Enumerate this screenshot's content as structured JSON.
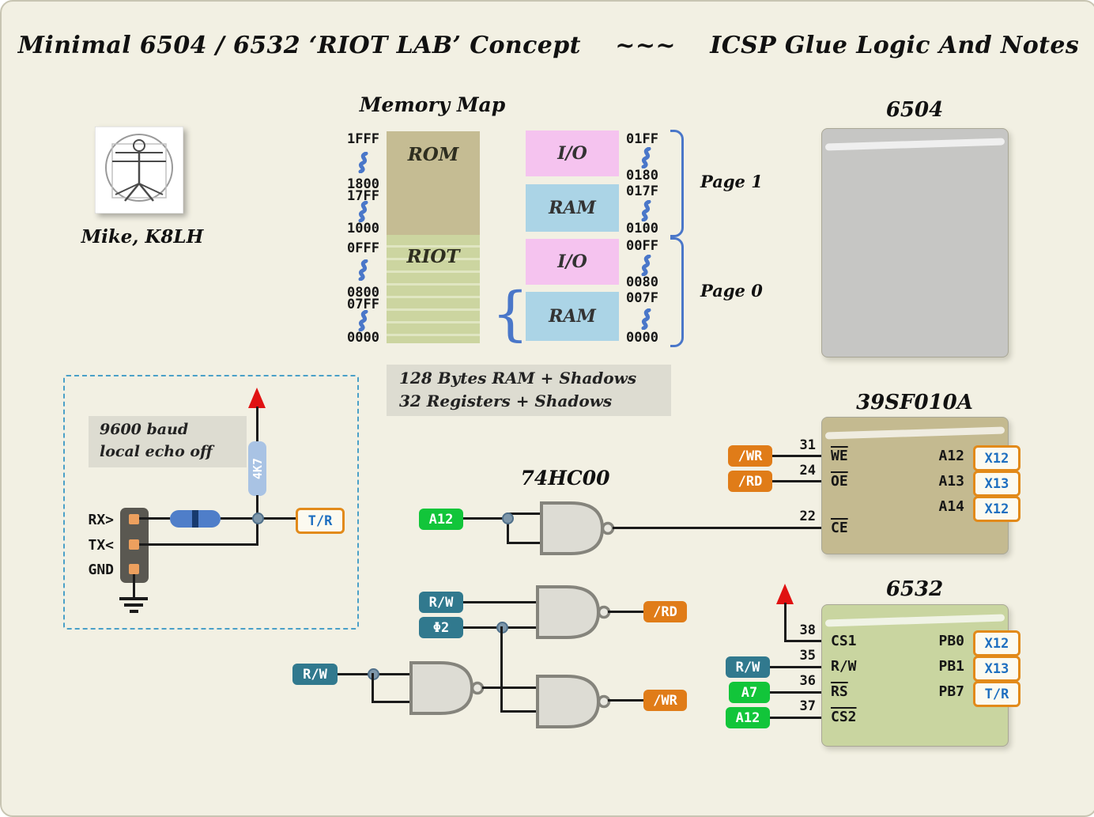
{
  "header": {
    "title": "Minimal 6504 / 6532 ‘RIOT LAB’ Concept    ~~~    ICSP Glue Logic And Notes"
  },
  "author": {
    "name": "Mike, K8LH"
  },
  "memory_map": {
    "title": "Memory Map",
    "rom_label": "ROM",
    "riot_label": "RIOT",
    "left_addresses": [
      "1FFF",
      "1800",
      "17FF",
      "1000",
      "0FFF",
      "0800",
      "07FF",
      "0000"
    ],
    "right_blocks": [
      "I/O",
      "RAM",
      "I/O",
      "RAM"
    ],
    "right_addresses": [
      "01FF",
      "0180",
      "017F",
      "0100",
      "00FF",
      "0080",
      "007F",
      "0000"
    ],
    "page1": "Page 1",
    "page0": "Page 0",
    "brace": "{",
    "notes": [
      "128 Bytes RAM + Shadows",
      "32 Registers + Shadows"
    ]
  },
  "serial": {
    "note1": "9600 baud",
    "note2": "local echo off",
    "pullup": "4K7",
    "pins": [
      "RX>",
      "TX<",
      "GND"
    ],
    "tr": "T/R"
  },
  "glue": {
    "label": "74HC00",
    "a12": "A12",
    "rw_top": "R/W",
    "phi2": "Φ2",
    "rd_out": "/RD",
    "rw_bottom": "R/W",
    "wr_out": "/WR"
  },
  "cpu": {
    "title": "6504"
  },
  "flash": {
    "title": "39SF010A",
    "wr_in": "/WR",
    "rd_in": "/RD",
    "pins_left": [
      {
        "num": "31",
        "name": "WE"
      },
      {
        "num": "24",
        "name": "OE"
      },
      {
        "num": "22",
        "name": "CE"
      }
    ],
    "pins_right": [
      {
        "name": "A12",
        "badge": "X12"
      },
      {
        "name": "A13",
        "badge": "X13"
      },
      {
        "name": "A14",
        "badge": "X12"
      }
    ]
  },
  "riot": {
    "title": "6532",
    "pins_left": [
      {
        "num": "38",
        "name": "CS1"
      },
      {
        "num": "35",
        "name": "R/W",
        "ext": "R/W"
      },
      {
        "num": "36",
        "name": "RS",
        "ext": "A7"
      },
      {
        "num": "37",
        "name": "CS2",
        "ext": "A12"
      }
    ],
    "pins_right": [
      {
        "name": "PB0",
        "badge": "X12"
      },
      {
        "name": "PB1",
        "badge": "X13"
      },
      {
        "name": "PB7",
        "badge": "T/R"
      }
    ]
  }
}
